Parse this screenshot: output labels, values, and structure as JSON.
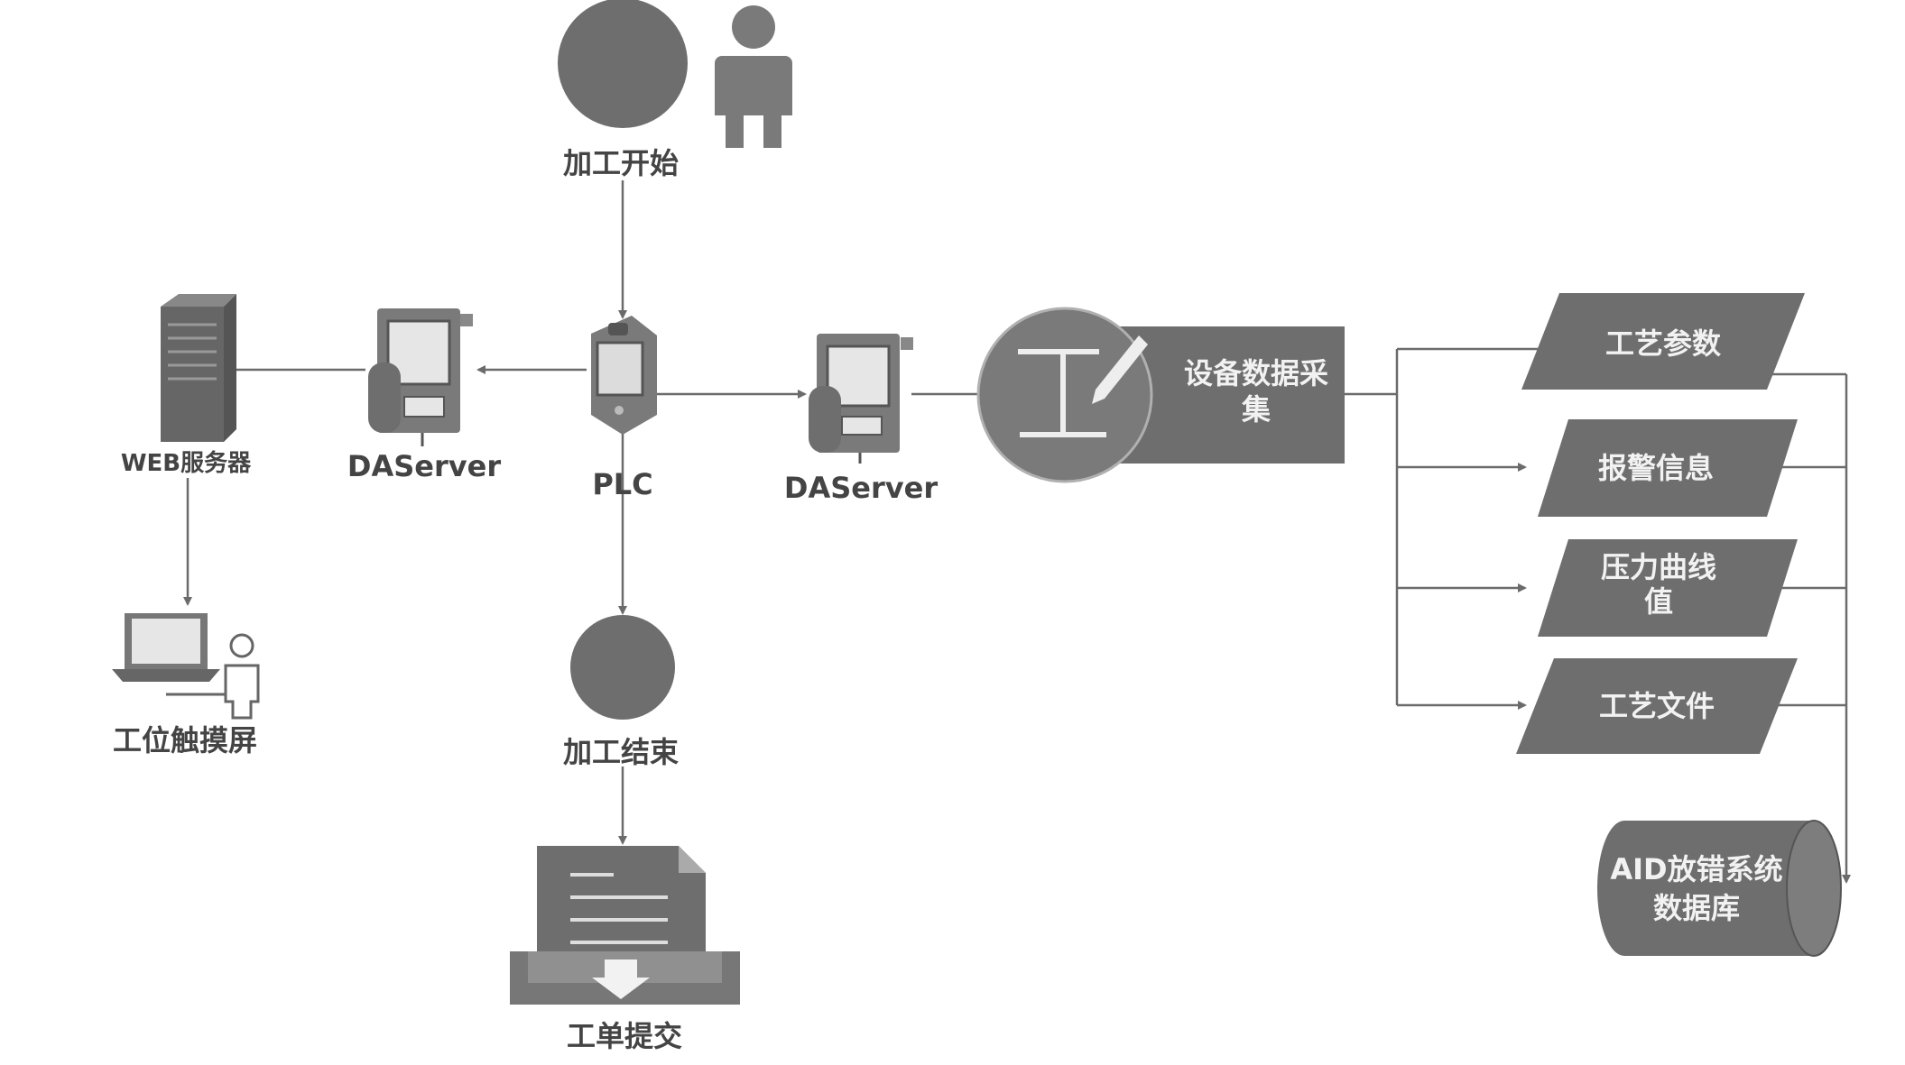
{
  "nodes": {
    "start": "加工开始",
    "plc": "PLC",
    "daserver_left": "DAServer",
    "daserver_right": "DAServer",
    "web_server": "WEB服务器",
    "touch_screen": "工位触摸屏",
    "end": "加工结束",
    "work_order": "工单提交",
    "collect_line1": "设备数据采",
    "collect_line2": "集",
    "param_process": "工艺参数",
    "param_alarm": "报警信息",
    "param_pressure_line1": "压力曲线",
    "param_pressure_line2": "值",
    "param_file": "工艺文件",
    "db_line1": "AID放错系统",
    "db_line2": "数据库"
  },
  "icons": {
    "person": "person-icon",
    "plc": "plc-device-icon",
    "daserver": "daserver-device-icon",
    "web_server": "server-tower-icon",
    "laptop": "laptop-icon",
    "collect": "pen-book-icon",
    "document": "document-tray-icon",
    "database": "database-cylinder-icon"
  },
  "colors": {
    "dark_fill": "#6e6e6e",
    "line": "#6b6b6b",
    "label": "#444444"
  }
}
